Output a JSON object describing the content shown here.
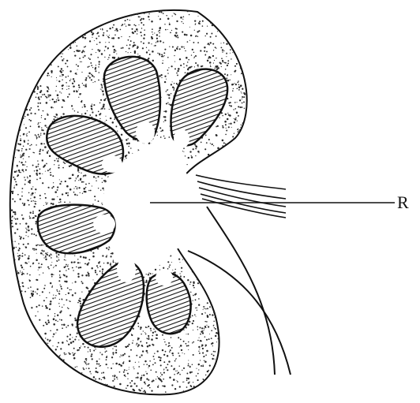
{
  "figure": {
    "label": "R"
  },
  "colors": {
    "ink": "#111111",
    "paper": "#ffffff",
    "stipple": "#2a2a2a"
  },
  "icons": {
    "kidney": "kidney-illustration",
    "pyramid": "renal-pyramid",
    "pelvis": "renal-pelvis",
    "ureter": "ureter",
    "vessels": "renal-vessels"
  }
}
